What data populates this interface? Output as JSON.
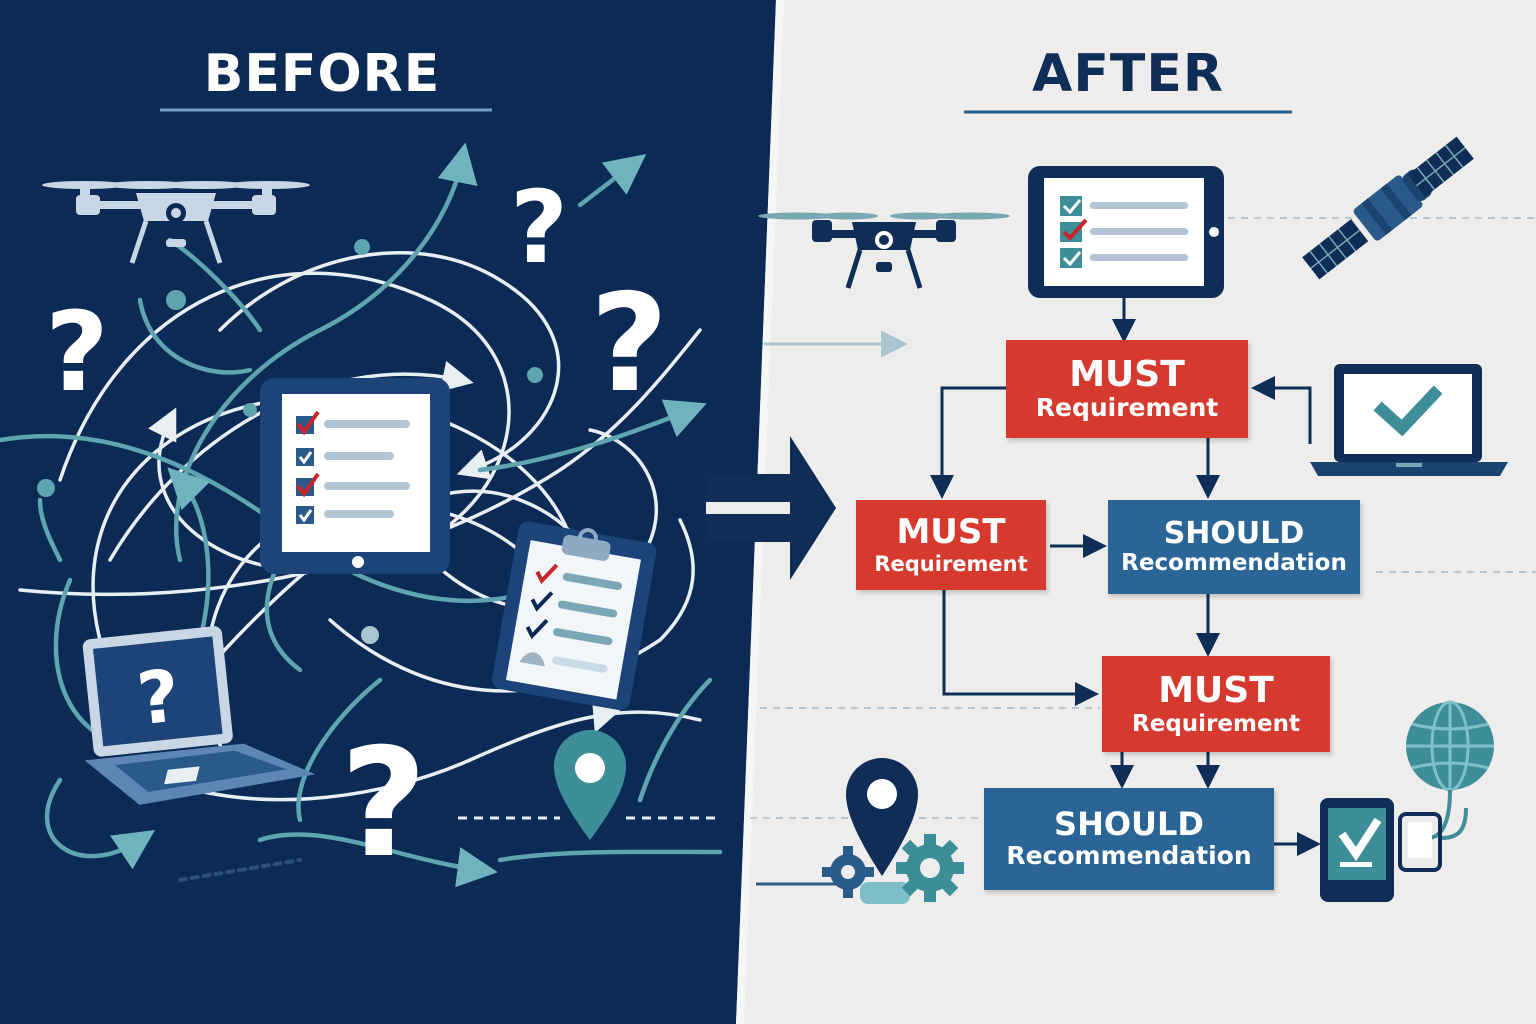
{
  "before": {
    "title": "BEFORE"
  },
  "after": {
    "title": "AFTER",
    "boxes": [
      {
        "type": "must",
        "line1": "MUST",
        "line2": "Requirement"
      },
      {
        "type": "must",
        "line1": "MUST",
        "line2": "Requirement"
      },
      {
        "type": "should",
        "line1": "SHOULD",
        "line2": "Recommendation"
      },
      {
        "type": "must",
        "line1": "MUST",
        "line2": "Requirement"
      },
      {
        "type": "should",
        "line1": "SHOULD",
        "line2": "Recommendation"
      }
    ]
  },
  "colors": {
    "navy": "#0b2a55",
    "panel_light": "#eeedeb",
    "teal": "#5ea5b0",
    "teal_dark": "#3d8e99",
    "must_red": "#d6392e",
    "should_blue": "#2a6596",
    "check_red": "#c8262c"
  },
  "icons": [
    "drone-icon",
    "tablet-checklist-icon",
    "clipboard-checklist-icon",
    "laptop-question-icon",
    "question-mark-icon",
    "map-pin-icon",
    "satellite-icon",
    "laptop-check-icon",
    "globe-icon",
    "gear-icon",
    "mobile-check-icon",
    "arrow-right-icon"
  ]
}
